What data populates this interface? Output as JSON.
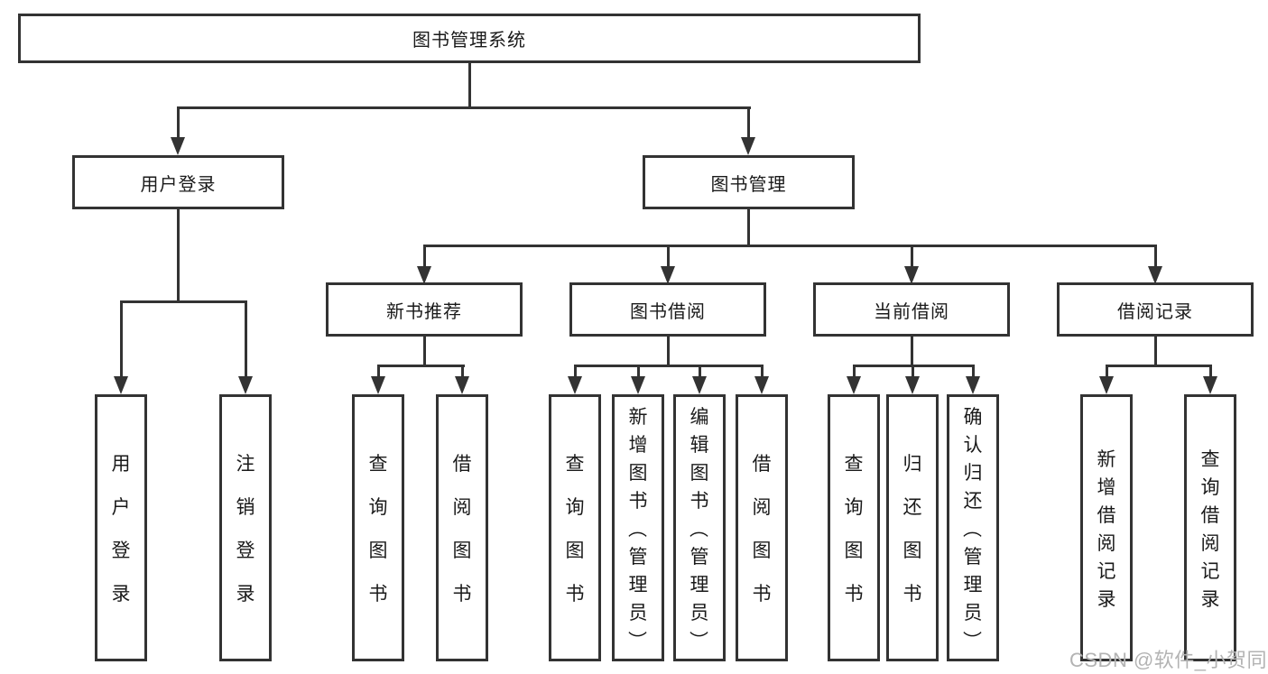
{
  "nodes": {
    "root": {
      "label": "图书管理系统"
    },
    "level2": [
      {
        "label": "用户登录"
      },
      {
        "label": "图书管理"
      }
    ],
    "level3": [
      {
        "label": "新书推荐"
      },
      {
        "label": "图书借阅"
      },
      {
        "label": "当前借阅"
      },
      {
        "label": "借阅记录"
      }
    ],
    "level4": [
      {
        "label": "用户登录"
      },
      {
        "label": "注销登录"
      },
      {
        "label": "查询图书"
      },
      {
        "label": "借阅图书"
      },
      {
        "label": "查询图书"
      },
      {
        "label": "新增图书（管理员）"
      },
      {
        "label": "编辑图书（管理员）"
      },
      {
        "label": "借阅图书"
      },
      {
        "label": "查询图书"
      },
      {
        "label": "归还图书"
      },
      {
        "label": "确认归还（管理员）"
      },
      {
        "label": "新增借阅记录"
      },
      {
        "label": "查询借阅记录"
      }
    ]
  },
  "watermark": "CSDN @软件_小贺同学",
  "colors": {
    "line": "#333333",
    "text": "#1a1a1a",
    "background": "#ffffff",
    "watermark": "#b3b3b3"
  }
}
